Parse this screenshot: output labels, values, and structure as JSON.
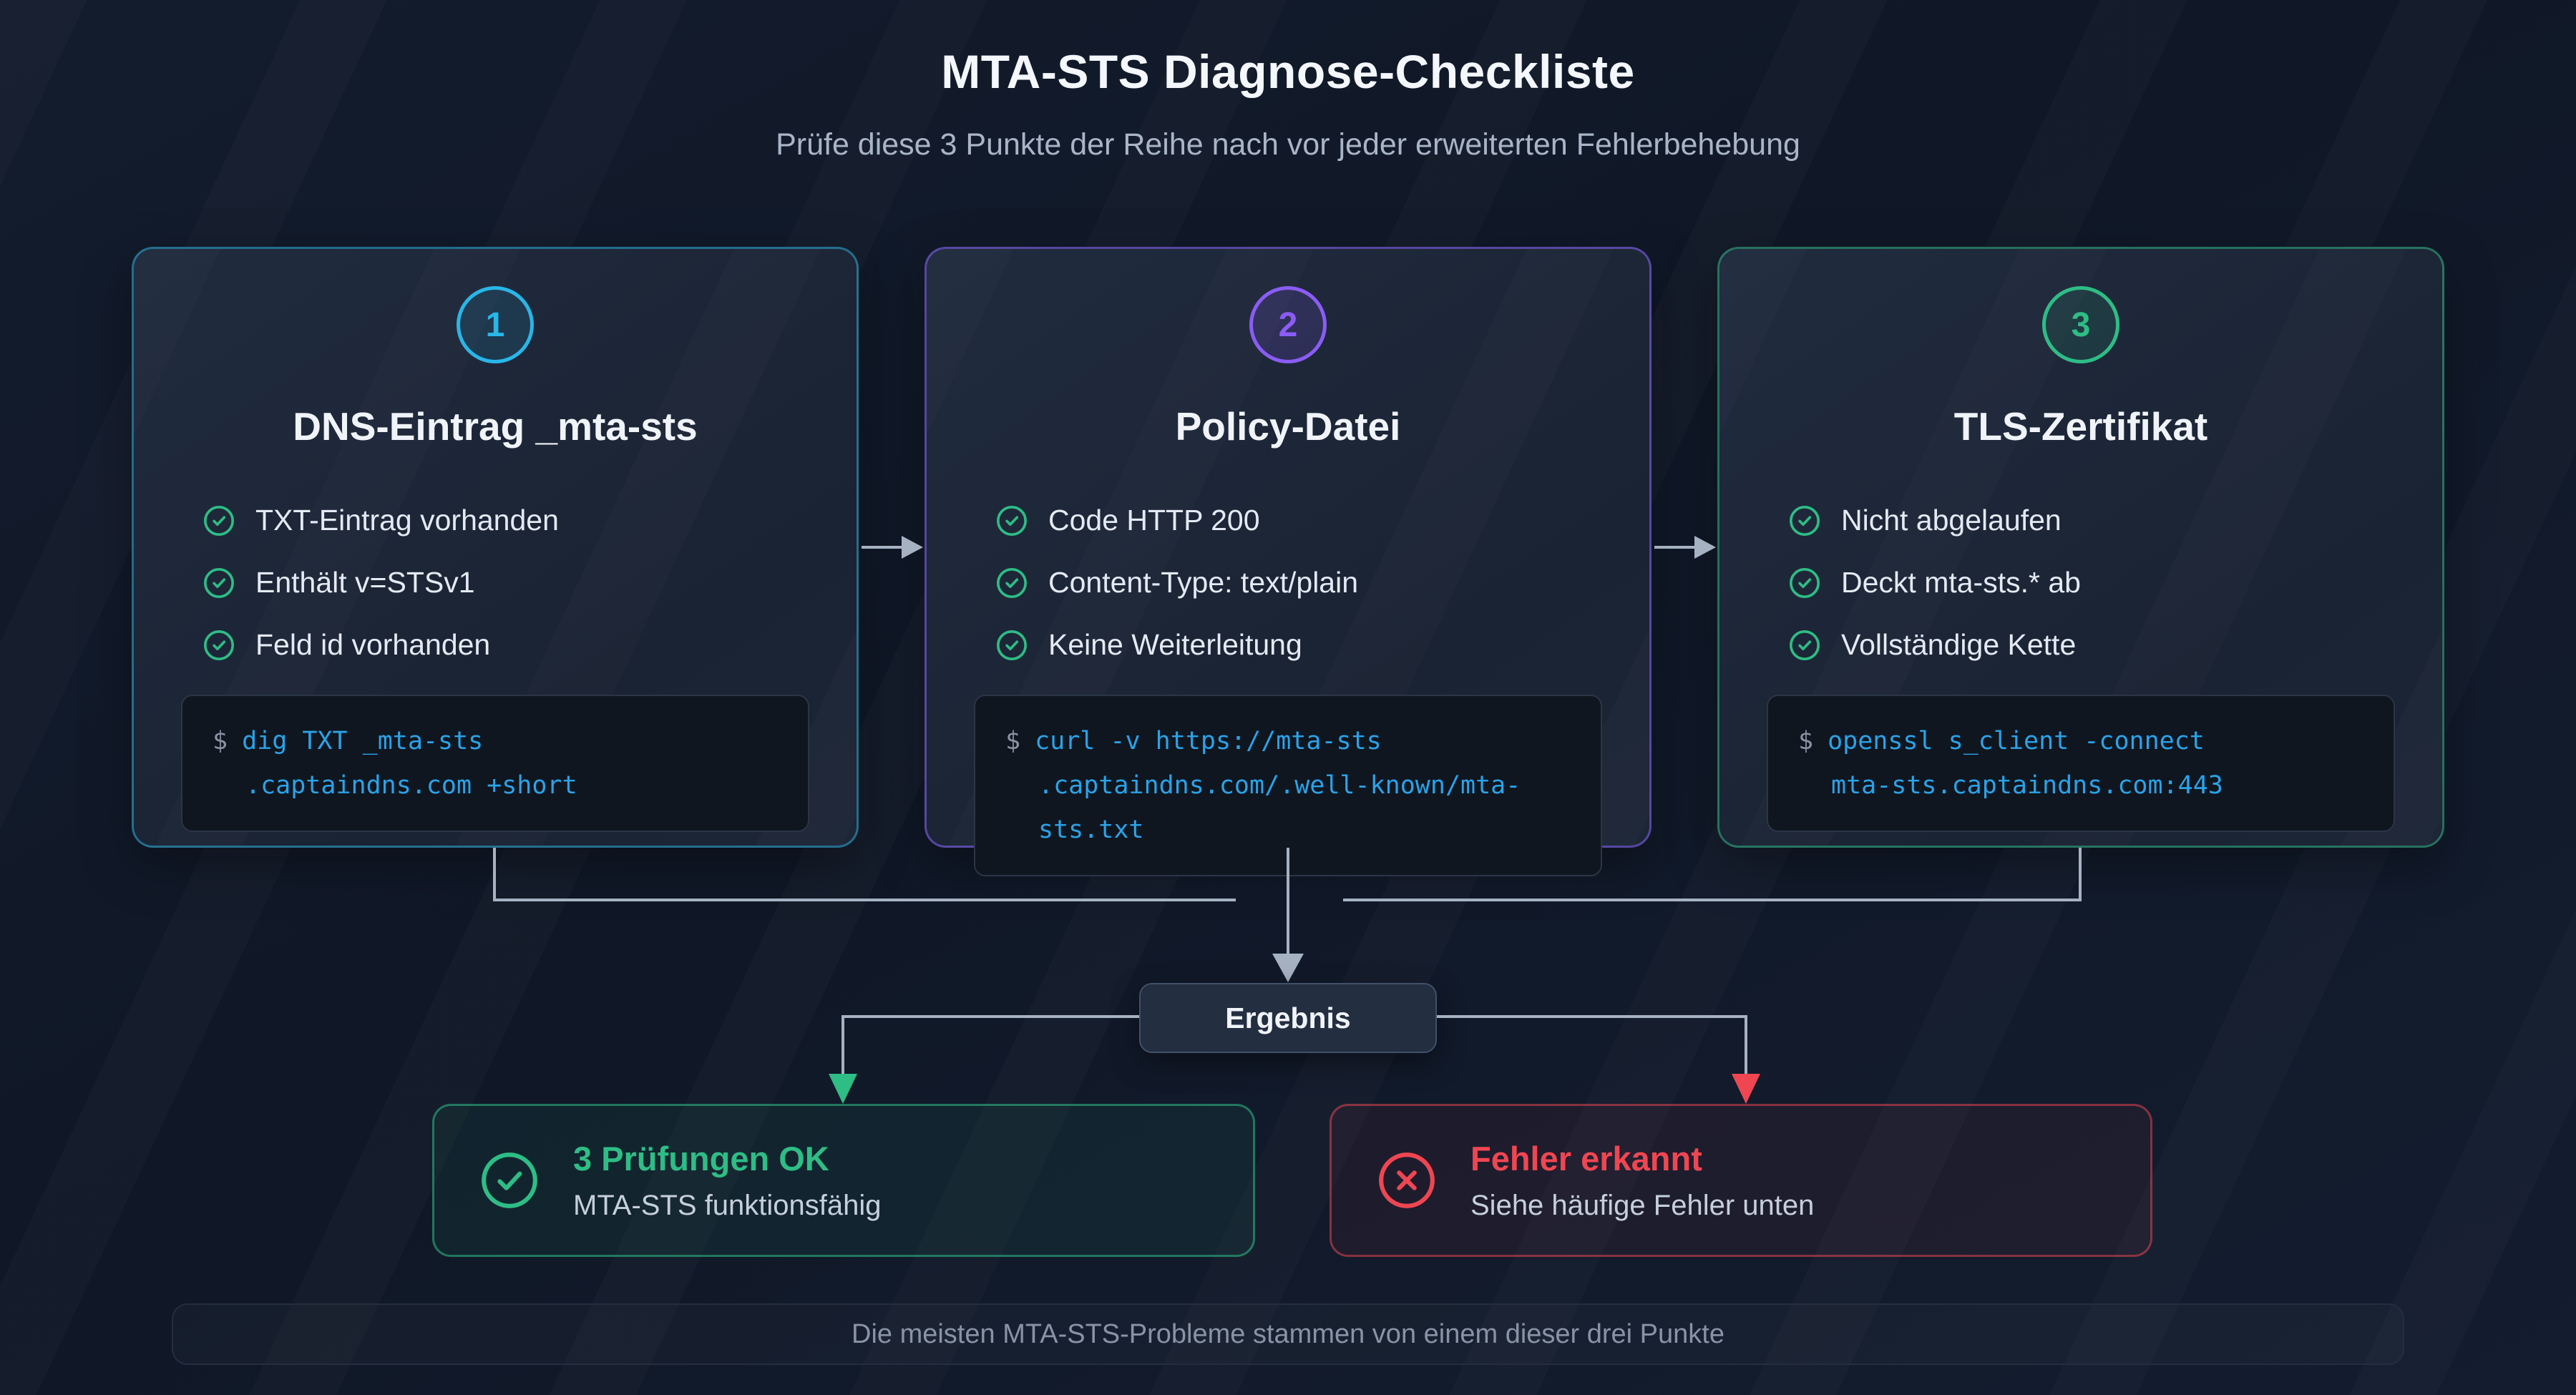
{
  "header": {
    "title": "MTA-STS Diagnose-Checkliste",
    "subtitle": "Prüfe diese 3 Punkte der Reihe nach vor jeder erweiterten Fehlerbehebung"
  },
  "cards": [
    {
      "number": "1",
      "title": "DNS-Eintrag _mta-sts",
      "items": [
        "TXT-Eintrag vorhanden",
        "Enthält v=STSv1",
        "Feld id vorhanden"
      ],
      "code": {
        "prompt": "$",
        "line1": "dig TXT _mta-sts",
        "line2": ".captaindns.com +short"
      }
    },
    {
      "number": "2",
      "title": "Policy-Datei",
      "items": [
        "Code HTTP 200",
        "Content-Type: text/plain",
        "Keine Weiterleitung"
      ],
      "code": {
        "prompt": "$",
        "line1": "curl -v https://mta-sts",
        "line2": ".captaindns.com/.well-known/mta-sts.txt"
      }
    },
    {
      "number": "3",
      "title": "TLS-Zertifikat",
      "items": [
        "Nicht abgelaufen",
        "Deckt mta-sts.* ab",
        "Vollständige Kette"
      ],
      "code": {
        "prompt": "$",
        "line1": "openssl s_client -connect",
        "line2": "mta-sts.captaindns.com:443"
      }
    }
  ],
  "flow": {
    "result_label": "Ergebnis"
  },
  "outcomes": {
    "success": {
      "title": "3 Prüfungen OK",
      "subtitle": "MTA-STS funktionsfähig"
    },
    "error": {
      "title": "Fehler erkannt",
      "subtitle": "Siehe häufige Fehler unten"
    }
  },
  "footer": {
    "note": "Die meisten MTA-STS-Probleme stammen von einem dieser drei Punkte"
  },
  "icons": {
    "list_item": "circle-check",
    "success": "circle-check",
    "error": "circle-x",
    "between_cards": "arrow-right",
    "flow": "triangle-arrow-down"
  },
  "colors": {
    "background": "#111a29",
    "card_background": "#1c2637",
    "accent_step1": "#29b6e8",
    "accent_step2": "#8b5cf6",
    "accent_step3": "#2ebd85",
    "success_green": "#2ebd85",
    "error_red": "#ef4652",
    "code_blue": "#2aa3e8",
    "code_prompt_gray": "#8a93a3",
    "connector_gray": "#a6b2c2"
  }
}
